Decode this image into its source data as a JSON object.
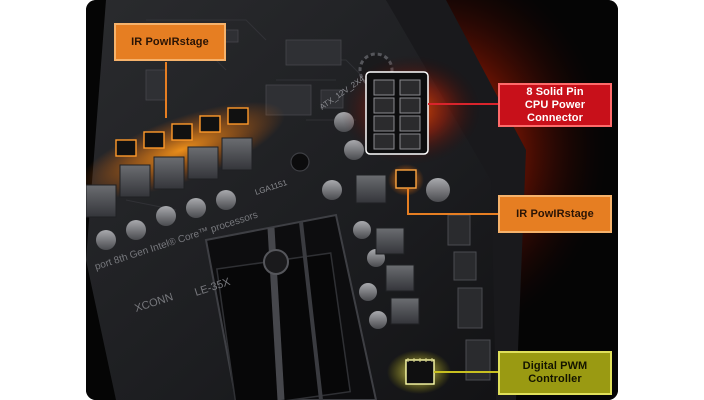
{
  "callouts": {
    "powlrstage_top": "IR PowIRstage",
    "cpu_power_line1": "8 Solid Pin",
    "cpu_power_line2": "CPU Power Connector",
    "powlrstage_right": "IR PowIRstage",
    "pwm_line1": "Digital PWM",
    "pwm_line2": "Controller"
  },
  "board_text": {
    "atx_label": "ATX_12V_2X4",
    "socket_label": "LGA1151",
    "cpu_support": "port 8th Gen Intel® Core™ processors",
    "foxconn": "XCONN",
    "model": "LE-35X"
  },
  "colors": {
    "orange_callout": "#e67e22",
    "red_callout": "#c8101a",
    "yellow_callout": "#9a9a12"
  }
}
